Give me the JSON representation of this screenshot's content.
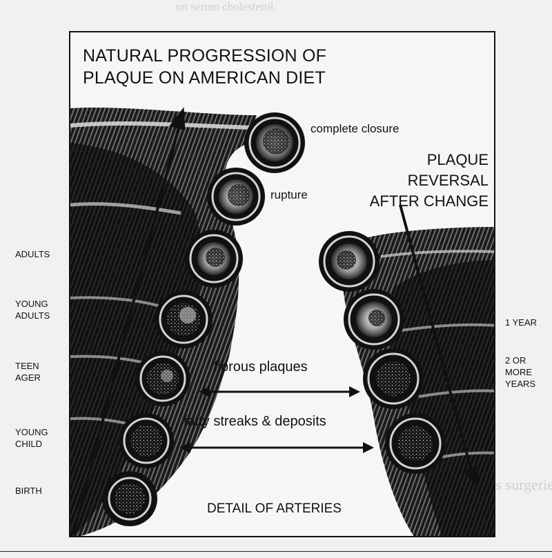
{
  "diagram": {
    "heading_lines": [
      "NATURAL PROGRESSION OF",
      "PLAQUE ON AMERICAN DIET"
    ],
    "stage_labels": {
      "complete_closure": "complete closure",
      "rupture": "rupture",
      "fibrous_plaques": "fibrous plaques",
      "fatty_streaks": "fatty streaks & deposits",
      "detail": "DETAIL OF ARTERIES"
    },
    "reversal_lines": [
      "PLAQUE",
      "REVERSAL",
      "AFTER CHANGE"
    ],
    "left_ages": [
      {
        "lines": [
          "ADULTS"
        ]
      },
      {
        "lines": [
          "YOUNG",
          "ADULTS"
        ]
      },
      {
        "lines": [
          "TEEN",
          "AGER"
        ]
      },
      {
        "lines": [
          "YOUNG",
          "CHILD"
        ]
      },
      {
        "lines": [
          "BIRTH"
        ]
      }
    ],
    "right_years": [
      {
        "lines": [
          "1 YEAR"
        ]
      },
      {
        "lines": [
          "2 OR",
          "MORE",
          "YEARS"
        ]
      }
    ]
  },
  "colors": {
    "ink": "#111111",
    "paper": "#f1f1f1",
    "ghost": "#cfcfcf"
  },
  "icons": [
    "artery-cross-section-icon",
    "up-arrow-icon",
    "down-arrow-icon",
    "double-arrow-icon"
  ]
}
